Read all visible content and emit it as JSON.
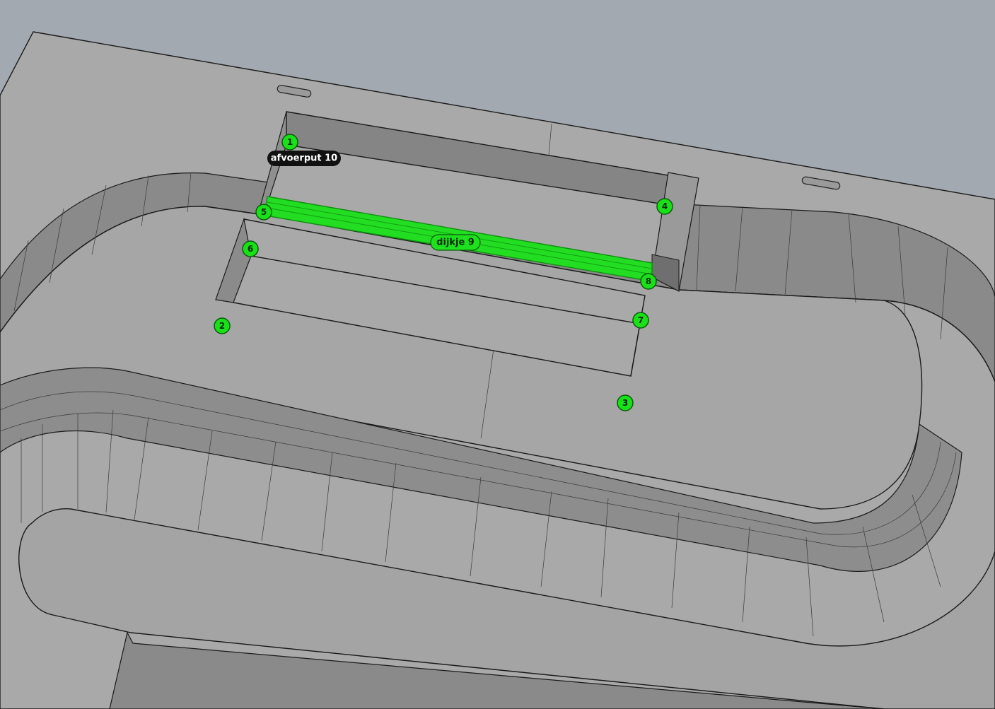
{
  "viewport": {
    "background_color": "#a3a9b0",
    "surface_color": "#a9a9a9",
    "wall_color": "#7c7c7c",
    "highlight_color": "#22dd22"
  },
  "markers": [
    "1",
    "2",
    "3",
    "4",
    "5",
    "6",
    "7",
    "8"
  ],
  "labels": {
    "afvoerput": "afvoerput 10",
    "dijkje": "dijkje 9"
  }
}
